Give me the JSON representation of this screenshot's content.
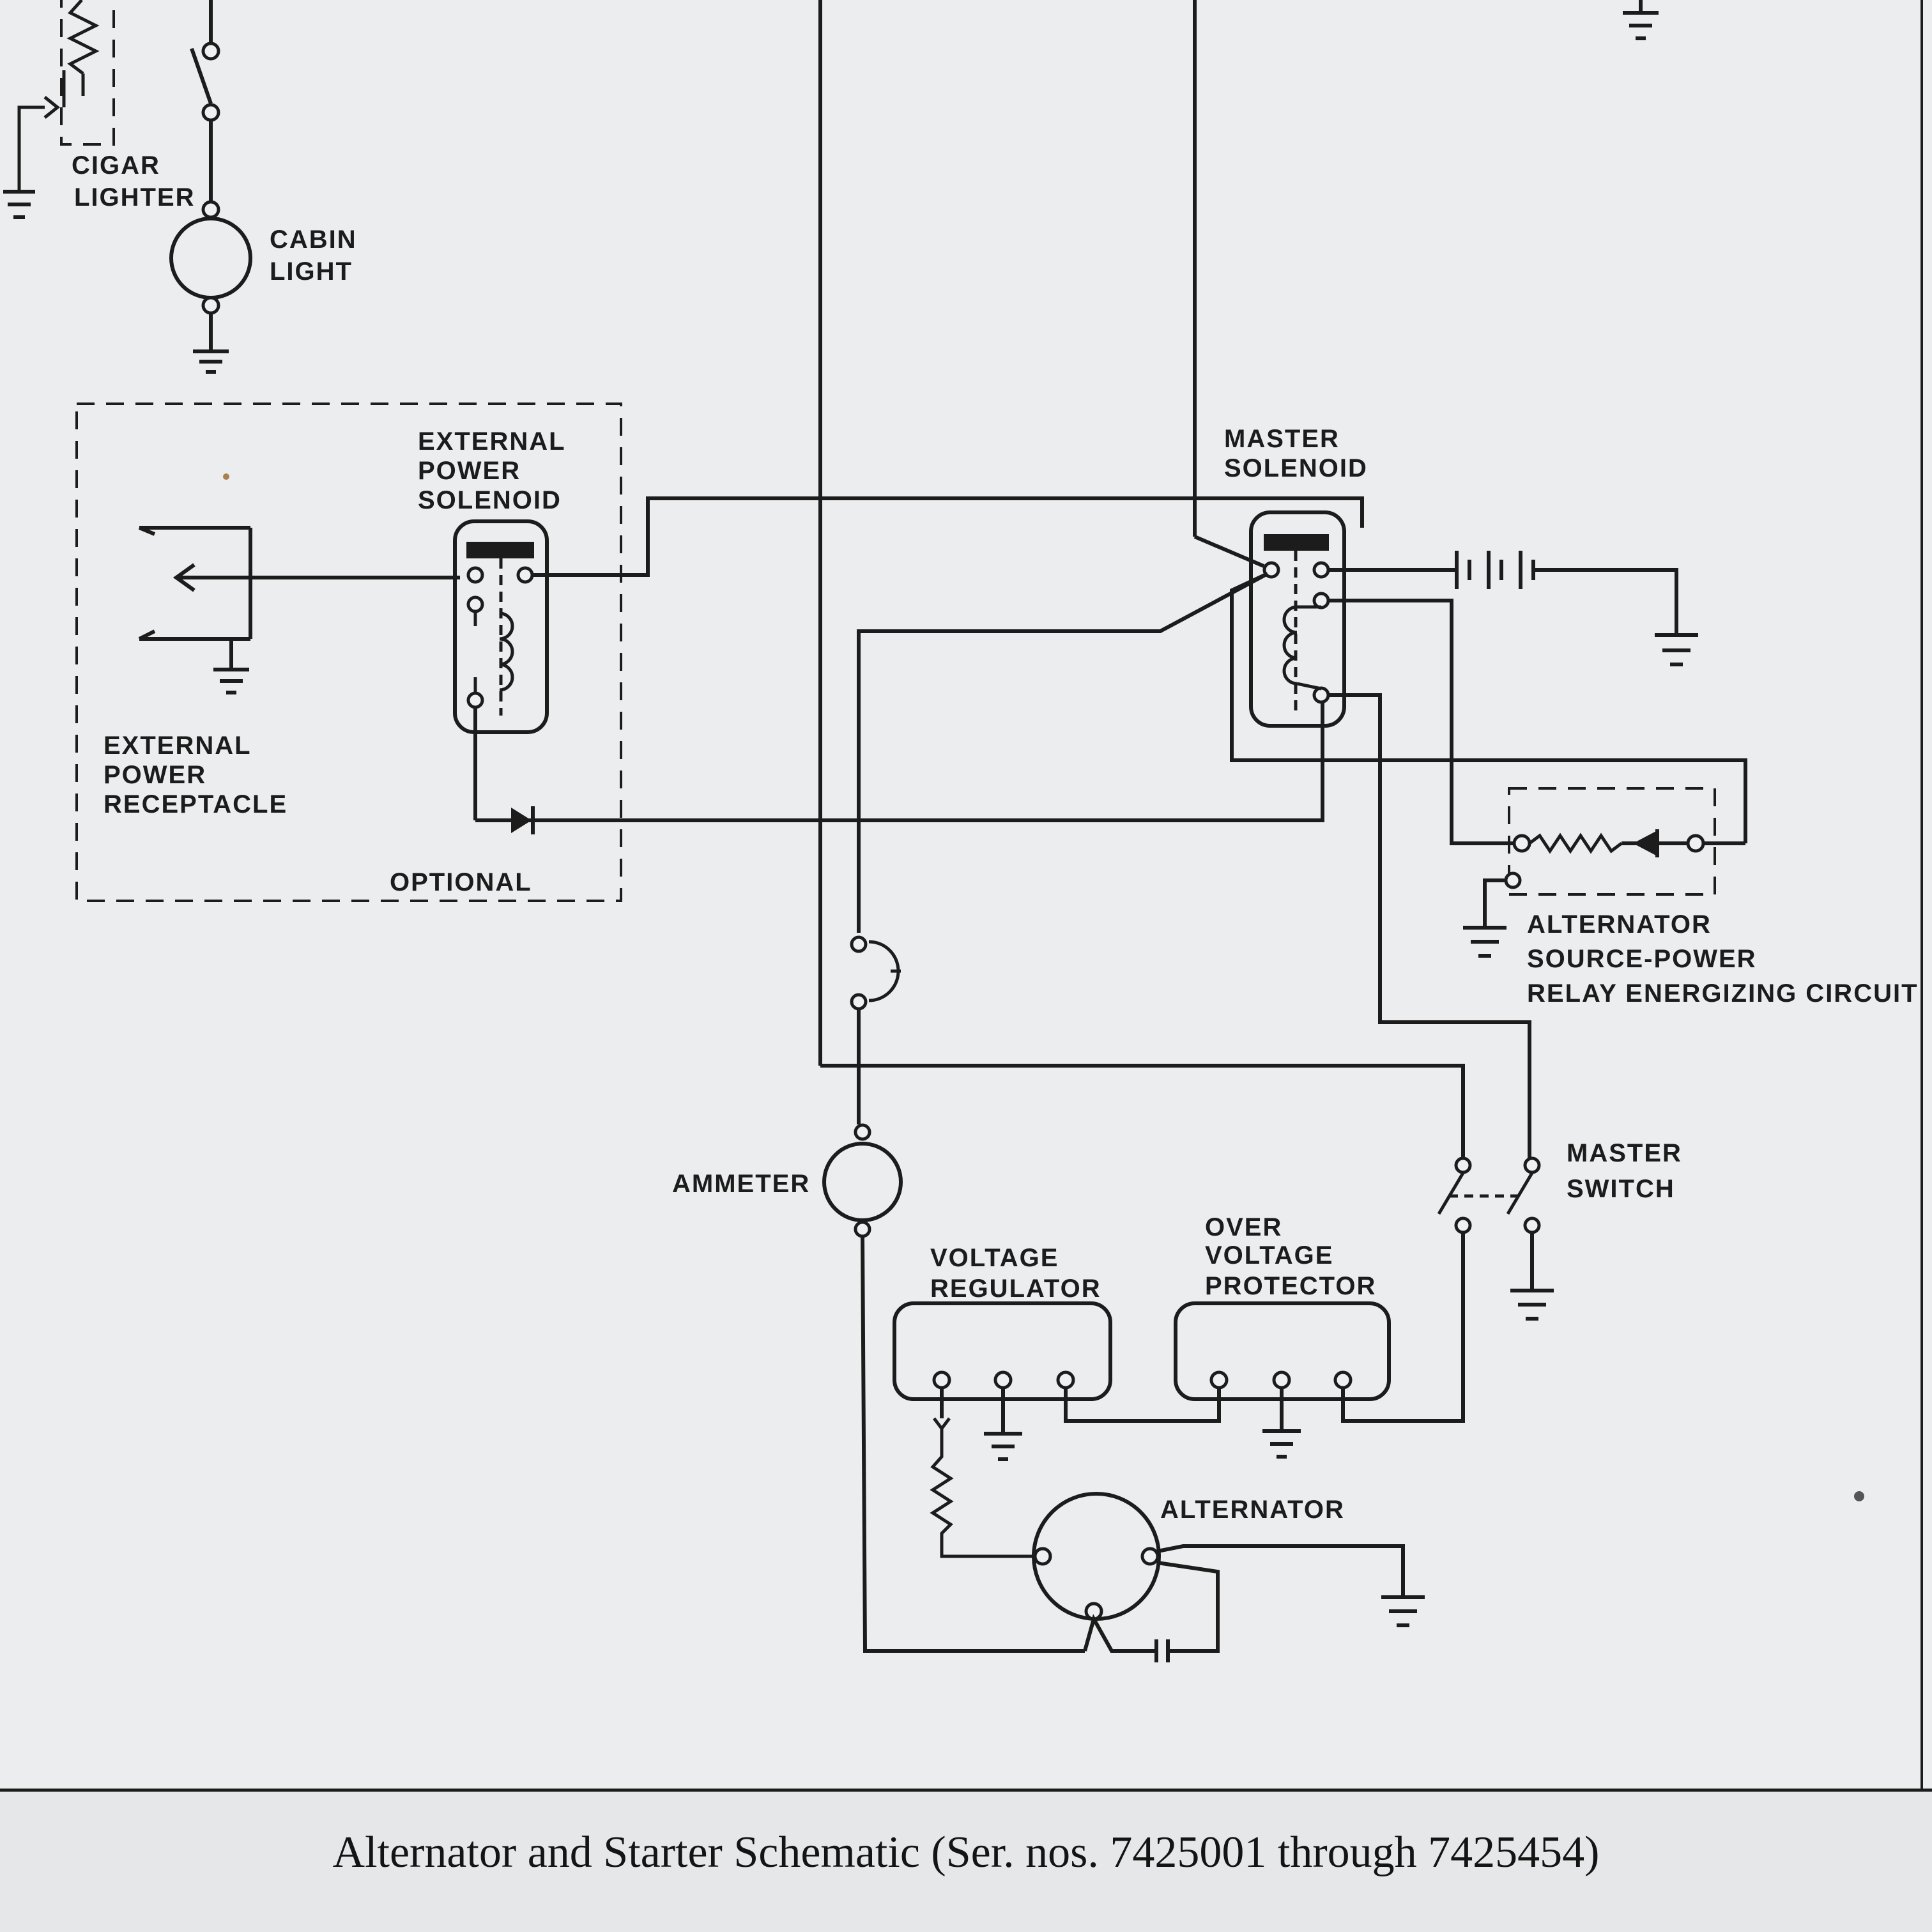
{
  "labels": {
    "cigar_lighter": [
      "CIGAR",
      "LIGHTER"
    ],
    "cabin_light": [
      "CABIN",
      "LIGHT"
    ],
    "external_power_solenoid": [
      "EXTERNAL",
      "POWER",
      "SOLENOID"
    ],
    "master_solenoid": [
      "MASTER",
      "SOLENOID"
    ],
    "external_power_receptacle": [
      "EXTERNAL",
      "POWER",
      "RECEPTACLE"
    ],
    "optional": "OPTIONAL",
    "alternator_relay": [
      "ALTERNATOR",
      "SOURCE-POWER",
      "RELAY ENERGIZING CIRCUIT"
    ],
    "ammeter": "AMMETER",
    "master_switch": [
      "MASTER",
      "SWITCH"
    ],
    "voltage_regulator": [
      "VOLTAGE",
      "REGULATOR"
    ],
    "over_voltage_protector": [
      "OVER",
      "VOLTAGE",
      "PROTECTOR"
    ],
    "alternator": "ALTERNATOR"
  },
  "caption": "Alternator and Starter Schematic (Ser. nos. 7425001 through 7425454)",
  "colors": {
    "paper": "#e9eaeb",
    "ink": "#1c1c1c"
  }
}
